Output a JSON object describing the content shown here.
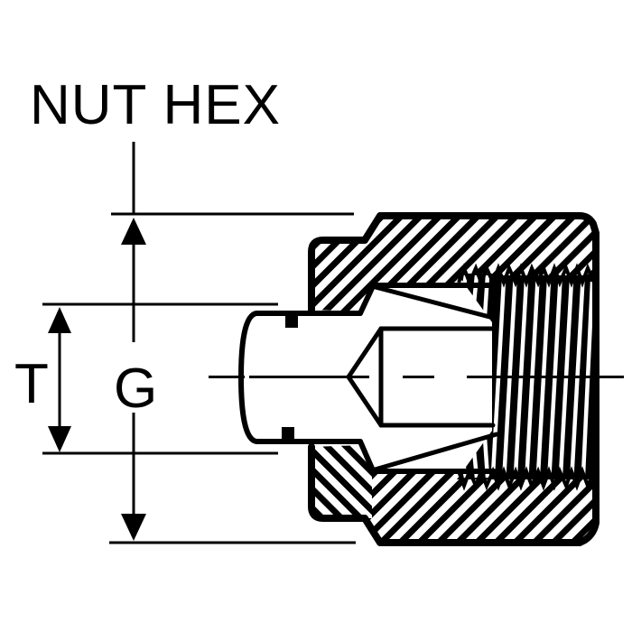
{
  "drawing": {
    "labels": {
      "nut_hex": "NUT HEX",
      "t": "T",
      "g": "G"
    },
    "colors": {
      "ink": "#000000",
      "background": "#ffffff"
    }
  }
}
